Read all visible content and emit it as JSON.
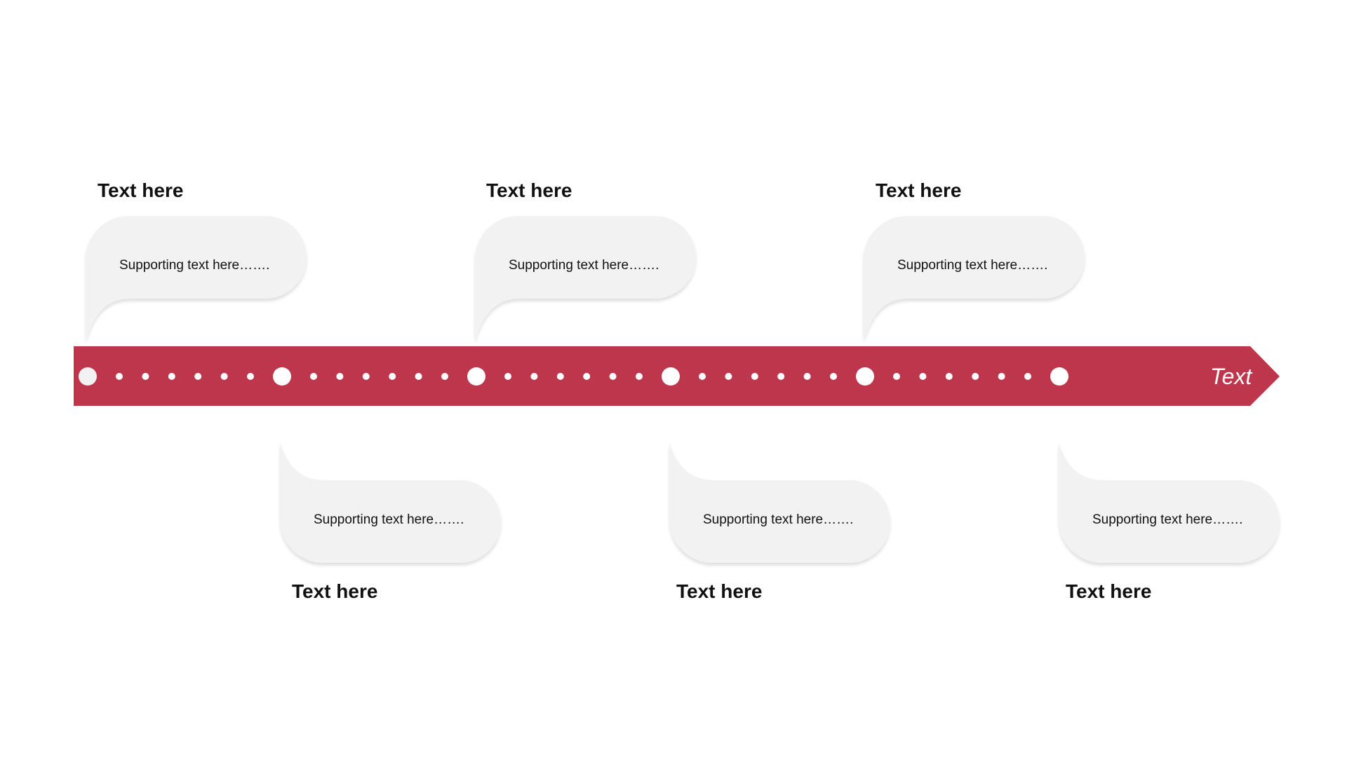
{
  "colors": {
    "band": "#BE364B",
    "bubble": "#F2F2F2",
    "bubble_shadow": "#D9D9D9",
    "dot": "#FFFFFF",
    "text": "#111111"
  },
  "timeline": {
    "end_label": "Text"
  },
  "top_callouts": [
    {
      "title": "Text here",
      "support": "Supporting text here……."
    },
    {
      "title": "Text here",
      "support": "Supporting text here……."
    },
    {
      "title": "Text here",
      "support": "Supporting text here……."
    }
  ],
  "bottom_callouts": [
    {
      "title": "Text here",
      "support": "Supporting text here……."
    },
    {
      "title": "Text here",
      "support": "Supporting text here……."
    },
    {
      "title": "Text here",
      "support": "Supporting text here……."
    }
  ]
}
